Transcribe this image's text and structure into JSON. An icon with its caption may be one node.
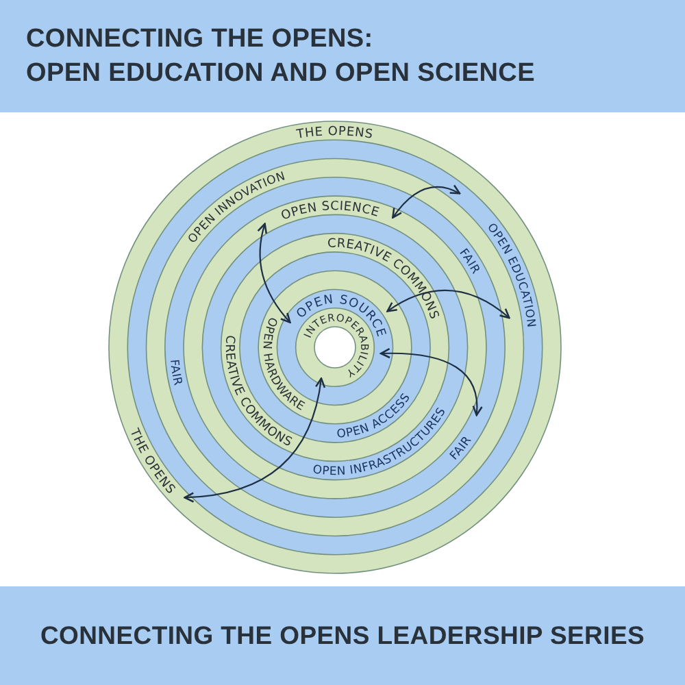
{
  "diagram": {
    "title": "CONNECTING THE OPENS: OPEN EDUCATION AND OPEN SCIENCE",
    "caption": "CONNECTING THE OPENS LEADERSHIP SERIES",
    "nodes": [
      {
        "text": [
          "THE OPENS"
        ]
      },
      {
        "text": [
          "OPEN INNOVATION"
        ]
      },
      {
        "text": [
          "OPEN SCIENCE"
        ]
      },
      {
        "text": [
          "CREATIVE COMMONS"
        ]
      },
      {
        "text": [
          "FAIR"
        ]
      },
      {
        "text": [
          "OPEN EDUCATION"
        ]
      },
      {
        "text": [
          "OPEN SOURCE"
        ]
      },
      {
        "text": [
          "INTEROPERABILITY"
        ]
      },
      {
        "text": [
          "OPEN HARDWARE"
        ]
      },
      {
        "text": [
          "FAIR"
        ]
      },
      {
        "text": [
          "CREATIVE COMMONS"
        ]
      },
      {
        "text": [
          "OPEN ACCESS"
        ]
      },
      {
        "text": [
          "OPEN INFRASTRUCTURES"
        ]
      },
      {
        "text": [
          "FAIR"
        ]
      },
      {
        "text": [
          "THE OPENS"
        ]
      }
    ],
    "edges": [
      {
        "from": 2,
        "to": 5,
        "arrow": "both"
      },
      {
        "from": 2,
        "to": 6,
        "arrow": "both"
      },
      {
        "from": 6,
        "to": 5,
        "arrow": "both"
      },
      {
        "from": 7,
        "to": 13,
        "arrow": "both"
      },
      {
        "from": 7,
        "to": 14,
        "arrow": "both"
      }
    ]
  }
}
